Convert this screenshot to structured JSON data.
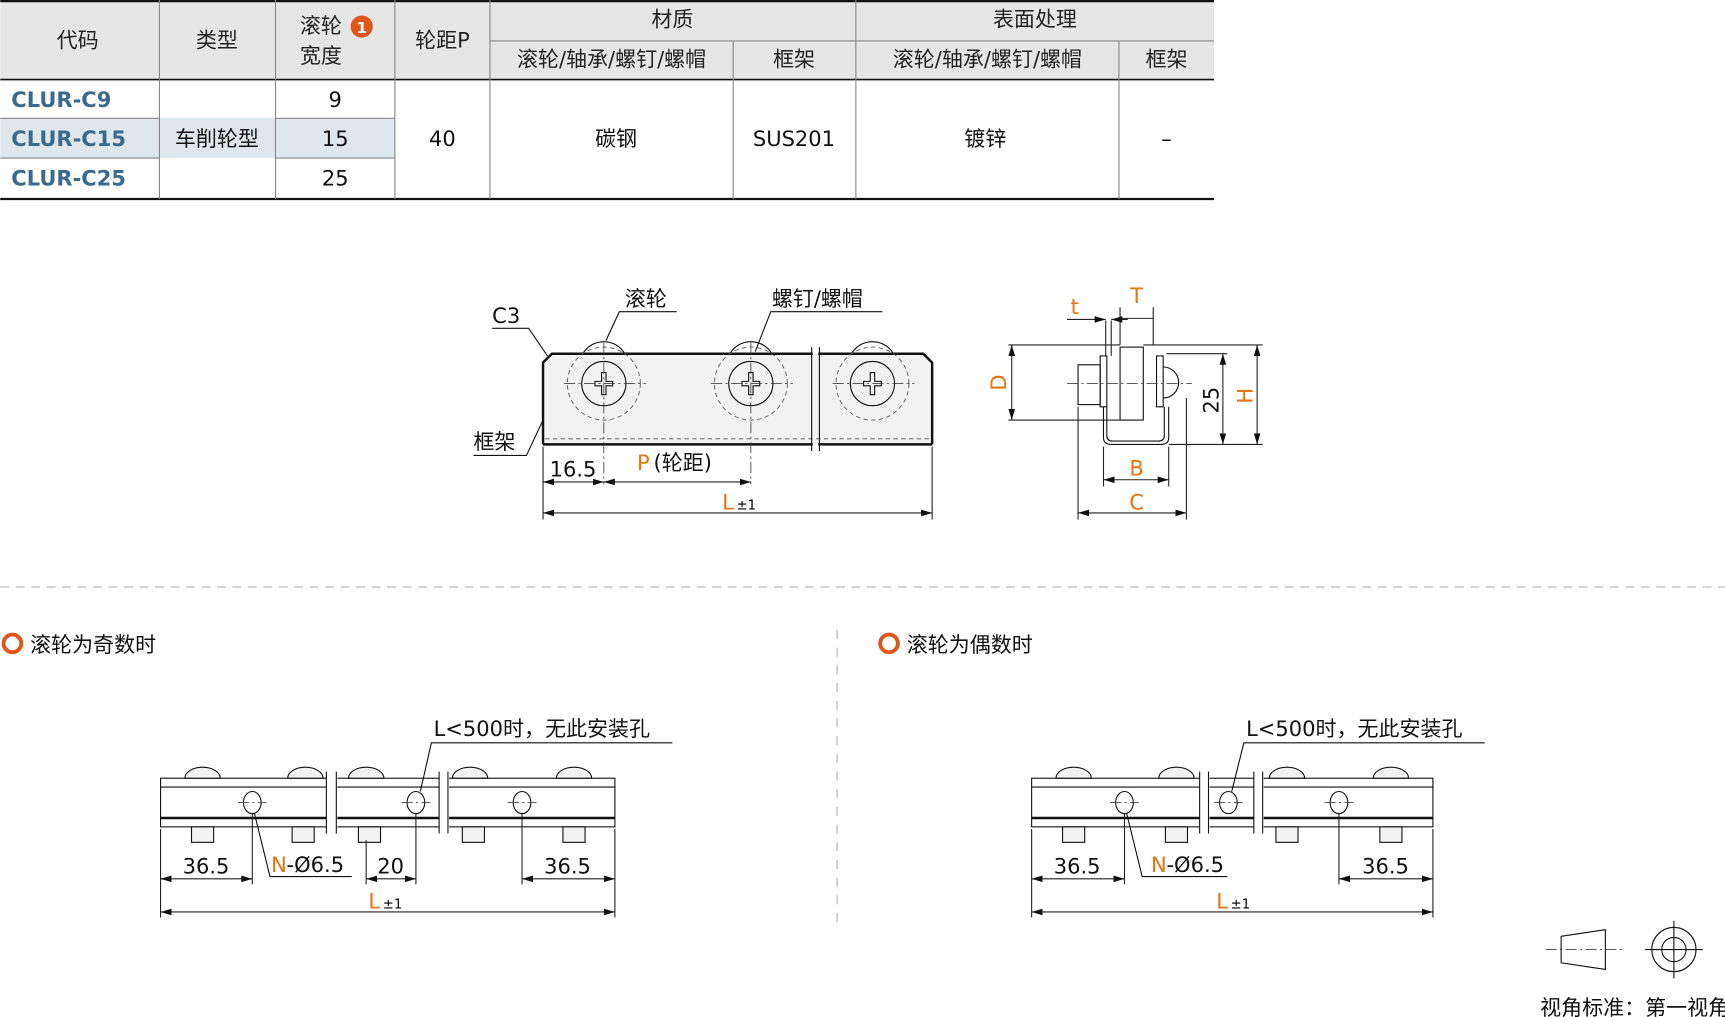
{
  "table": {
    "headers": {
      "code": "代码",
      "type": "类型",
      "width_line1": "滚轮",
      "width_badge": "1",
      "width_line2": "宽度",
      "pitch": "轮距P",
      "material": "材质",
      "surface": "表面处理",
      "sub_roller": "滚轮/轴承/螺钉/螺帽",
      "sub_frame": "框架"
    },
    "rows": [
      {
        "code": "CLUR-C9",
        "width": "9"
      },
      {
        "code": "CLUR-C15",
        "width": "15"
      },
      {
        "code": "CLUR-C25",
        "width": "25"
      }
    ],
    "type_value": "车削轮型",
    "pitch_value": "40",
    "material_roller": "碳钢",
    "material_frame": "SUS201",
    "surface_roller": "镀锌",
    "surface_frame": "–"
  },
  "drawing": {
    "c3": "C3",
    "roller": "滚轮",
    "screw": "螺钉/螺帽",
    "frame": "框架",
    "dim_16_5": "16.5",
    "p_letter": "P",
    "p_text": "(轮距)",
    "l_letter": "L",
    "l_tol": "±1",
    "t_small": "t",
    "t_big": "T",
    "d": "D",
    "h": "H",
    "dim_25": "25",
    "b": "B",
    "c": "C"
  },
  "odd": {
    "title": "滚轮为奇数时",
    "note": "L<500时，无此安装孔",
    "dim_left": "36.5",
    "n_letter": "N",
    "hole": "-Ø6.5",
    "dim_20": "20",
    "dim_right": "36.5",
    "l_letter": "L",
    "l_tol": "±1"
  },
  "even": {
    "title": "滚轮为偶数时",
    "note": "L<500时，无此安装孔",
    "dim_left": "36.5",
    "n_letter": "N",
    "hole": "-Ø6.5",
    "dim_right": "36.5",
    "l_letter": "L",
    "l_tol": "±1"
  },
  "projection": {
    "label": "视角标准：第一视角"
  },
  "colors": {
    "accent": "#e8730f",
    "code": "#3a6a8c",
    "header_bg": "#e6e6e6",
    "highlight": "#dde7ec"
  }
}
